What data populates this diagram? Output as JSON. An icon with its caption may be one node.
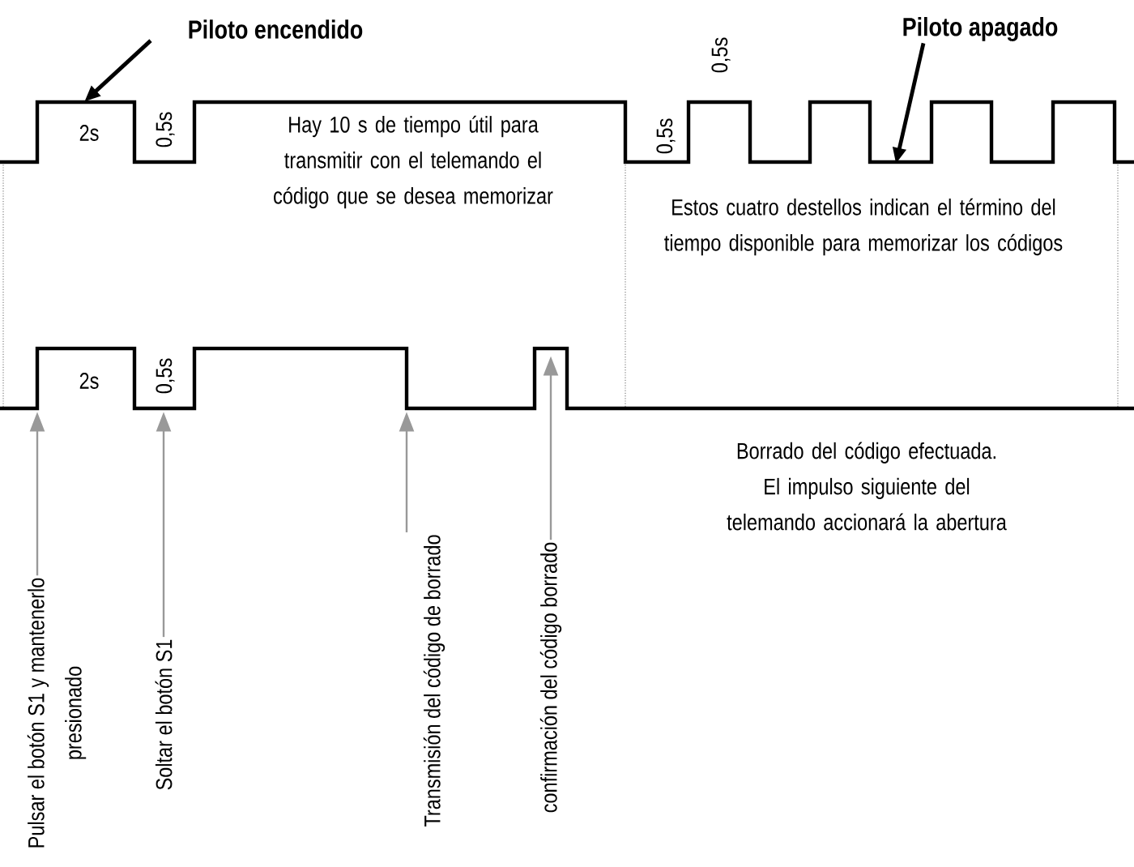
{
  "diagram": {
    "nodes": [
      {
        "text": [
          "Piloto encendido"
        ]
      },
      {
        "text": [
          "Piloto apagado"
        ]
      },
      {
        "text": [
          "Pulsar el botón S1 y mantenerlo presionado"
        ]
      },
      {
        "text": [
          "Soltar el botón S1"
        ]
      },
      {
        "text": [
          "Transmisión del código de borrado"
        ]
      },
      {
        "text": [
          "confirmación del código borrado"
        ]
      },
      {
        "text": [],
        "shape": "waveform"
      },
      {
        "text": [],
        "shape": "waveform"
      }
    ],
    "edges": [
      {
        "from": 0,
        "to": 6,
        "arrow": "to",
        "color": "#000000"
      },
      {
        "from": 1,
        "to": 6,
        "arrow": "to",
        "color": "#000000"
      },
      {
        "from": 2,
        "to": 7,
        "arrow": "to"
      },
      {
        "from": 3,
        "to": 7,
        "arrow": "to"
      },
      {
        "from": 4,
        "to": 7,
        "arrow": "to"
      },
      {
        "from": 5,
        "to": 7,
        "arrow": "to"
      }
    ],
    "labels": [
      "2s",
      "0,5s",
      "Hay 10 s de tiempo útil para transmitir con el telemando el código que se desea memorizar",
      "0,5s",
      "0,5s",
      "Estos cuatro destellos indican el término del tiempo disponible para memorizar los códigos",
      "2s",
      "0,5s",
      "Borrado del código efectuada. El impulso siguiente del telemando accionará la abertura"
    ]
  }
}
